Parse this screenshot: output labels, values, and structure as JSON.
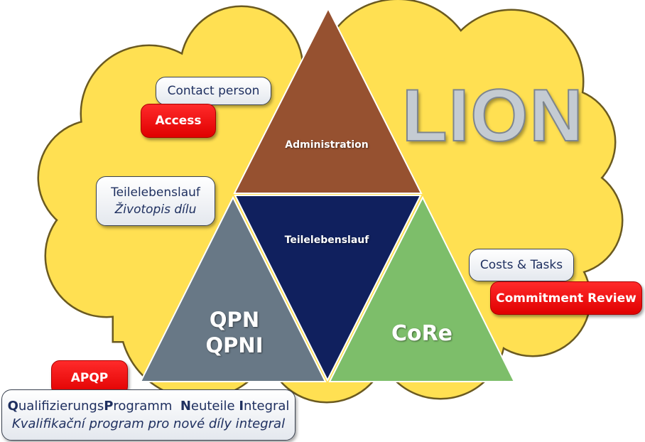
{
  "title": "LION",
  "triangle": {
    "top": "Administration",
    "center": "Teilelebenslauf",
    "left_line1": "QPN",
    "left_line2": "QPNI",
    "right": "CoRe"
  },
  "callouts": {
    "contact_person": "Contact person",
    "access": "Access",
    "teilelebenslauf_de": "Teilelebenslauf",
    "teilelebenslauf_cz": "Životopis dílu",
    "costs_tasks": "Costs & Tasks",
    "commitment_review": "Commitment Review",
    "apqp": "APQP"
  },
  "qpni_box": {
    "q": "Q",
    "ualifizierungs": "ualifizierungs",
    "p": "P",
    "rogramm": "rogramm",
    "n": "N",
    "euteile": "euteile",
    "i": "I",
    "ntegral": "ntegral",
    "czech": "Kvalifikační program pro nové díly integral"
  },
  "colors": {
    "cloud": "#FFE052",
    "admin": "#965130",
    "center": "#10205E",
    "qpn": "#687886",
    "core": "#7DBE6A",
    "red": "#F00000"
  }
}
